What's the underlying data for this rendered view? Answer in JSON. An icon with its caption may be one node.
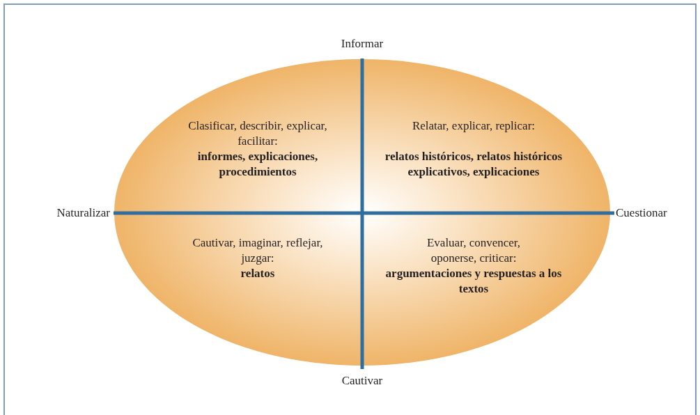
{
  "diagram": {
    "labels": [
      "Informar",
      "Clasificar, describir, explicar, facilitar:",
      "informes, explicaciones, procedimientos",
      "Relatar, explicar, replicar:",
      "relatos históricos, relatos históricos explicativos, explicaciones",
      "Naturalizar",
      "Cuestionar",
      "Cautivar, imaginar, reflejar, juzgar:",
      "relatos",
      "Evaluar, convencer, oponerse, criticar:",
      "argumentaciones y respuestas a los textos",
      "Cautivar"
    ]
  }
}
